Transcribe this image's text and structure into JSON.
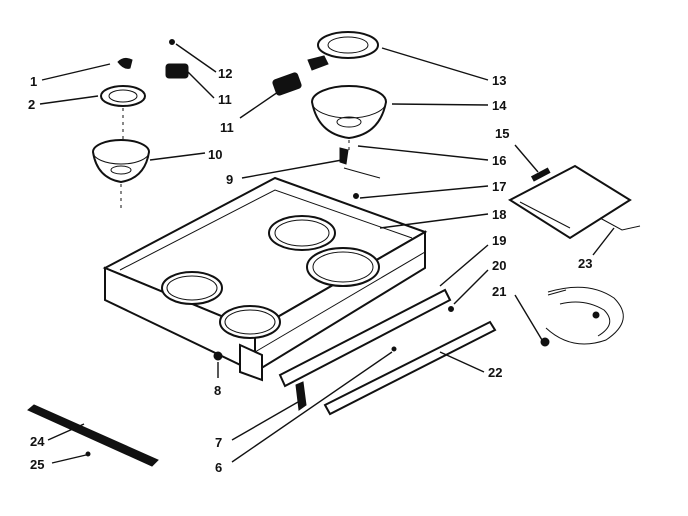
{
  "callouts": [
    {
      "id": "c1",
      "text": "1"
    },
    {
      "id": "c2",
      "text": "2"
    },
    {
      "id": "c6",
      "text": "6"
    },
    {
      "id": "c7",
      "text": "7"
    },
    {
      "id": "c8",
      "text": "8"
    },
    {
      "id": "c9",
      "text": "9"
    },
    {
      "id": "c10",
      "text": "10"
    },
    {
      "id": "c11a",
      "text": "11"
    },
    {
      "id": "c11b",
      "text": "11"
    },
    {
      "id": "c12",
      "text": "12"
    },
    {
      "id": "c13",
      "text": "13"
    },
    {
      "id": "c14",
      "text": "14"
    },
    {
      "id": "c15",
      "text": "15"
    },
    {
      "id": "c16",
      "text": "16"
    },
    {
      "id": "c17",
      "text": "17"
    },
    {
      "id": "c18",
      "text": "18"
    },
    {
      "id": "c19",
      "text": "19"
    },
    {
      "id": "c20",
      "text": "20"
    },
    {
      "id": "c21",
      "text": "21"
    },
    {
      "id": "c22",
      "text": "22"
    },
    {
      "id": "c23",
      "text": "23"
    },
    {
      "id": "c24",
      "text": "24"
    },
    {
      "id": "c25",
      "text": "25"
    }
  ]
}
